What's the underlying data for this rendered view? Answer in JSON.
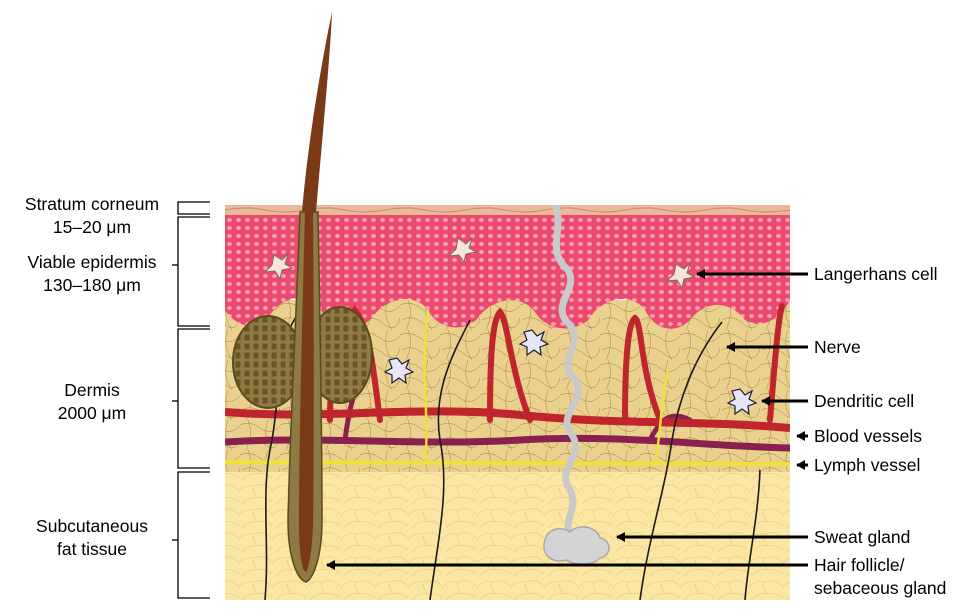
{
  "left_labels": {
    "stratum_corneum": {
      "name": "Stratum corneum",
      "thickness": "15–20 μm"
    },
    "viable_epidermis": {
      "name": "Viable epidermis",
      "thickness": "130–180 μm"
    },
    "dermis": {
      "name": "Dermis",
      "thickness": "2000 μm"
    },
    "subcutaneous": {
      "line1": "Subcutaneous",
      "line2": "fat tissue"
    }
  },
  "right_labels": {
    "langerhans": "Langerhans cell",
    "nerve": "Nerve",
    "dendritic": "Dendritic cell",
    "blood_vessels": "Blood vessels",
    "lymph_vessel": "Lymph vessel",
    "sweat_gland": "Sweat gland",
    "hair_follicle": {
      "line1": "Hair follicle/",
      "line2": "sebaceous gland"
    }
  },
  "colors": {
    "epidermis": "#ec4a6c",
    "stratum_corneum": "#e9b99a",
    "dermis": "#ead28e",
    "subcutaneous": "#fbe7a4",
    "blood_vessel": "#c0242c",
    "vein": "#8a2050",
    "lymph": "#f2e13a",
    "hair": "#7a3a18",
    "sweat_duct": "#c9c9c9"
  }
}
